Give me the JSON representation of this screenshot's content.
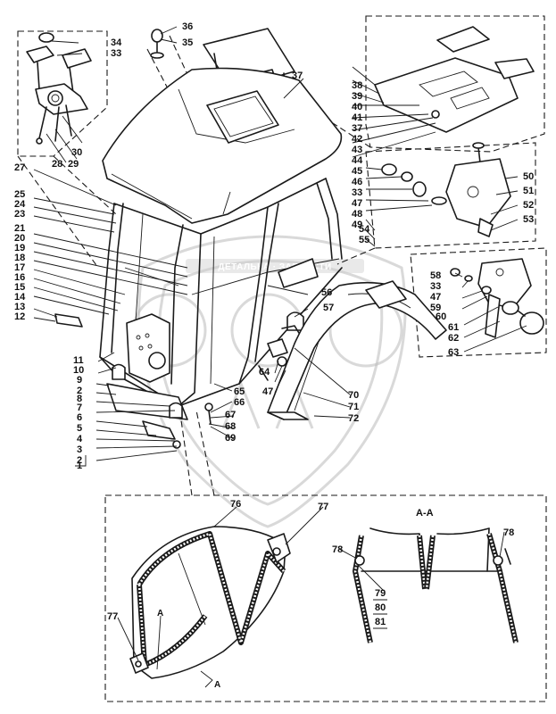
{
  "section_label": "A-A",
  "cut_marks": [
    "A",
    "A"
  ],
  "watermark_text": "ДЕТАЛЬКА · ЗАПЧАСТИ",
  "callouts": [
    "1",
    "2",
    "2",
    "3",
    "4",
    "5",
    "6",
    "7",
    "8",
    "9",
    "10",
    "11",
    "12",
    "13",
    "14",
    "15",
    "16",
    "17",
    "18",
    "19",
    "20",
    "21",
    "23",
    "24",
    "25",
    "27",
    "28",
    "29",
    "30",
    "33",
    "33",
    "33",
    "34",
    "35",
    "36",
    "37",
    "37",
    "38",
    "39",
    "40",
    "41",
    "42",
    "43",
    "44",
    "45",
    "46",
    "47",
    "47",
    "47",
    "48",
    "49",
    "50",
    "51",
    "52",
    "53",
    "54",
    "55",
    "56",
    "57",
    "58",
    "59",
    "60",
    "61",
    "62",
    "63",
    "64",
    "65",
    "66",
    "67",
    "68",
    "69",
    "70",
    "71",
    "72",
    "76",
    "77",
    "77",
    "78",
    "78",
    "79",
    "80",
    "81"
  ]
}
